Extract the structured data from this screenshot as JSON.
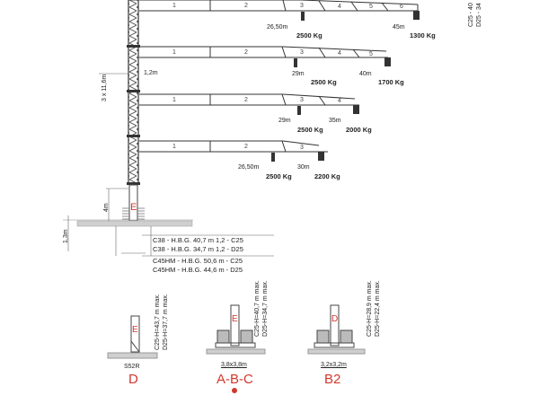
{
  "colors": {
    "line": "#3a3a3a",
    "accent_red": "#d2372d",
    "ground": "#c8c8c8",
    "background": "#ffffff"
  },
  "mast": {
    "height_label": "3 x 11,6m",
    "offset_label": "1,2m",
    "base_height_label": "4m",
    "foundation_label": "1,3m",
    "base_section_letter": "E"
  },
  "jibs": [
    {
      "segments": [
        "1",
        "2",
        "3",
        "4",
        "5",
        "6"
      ],
      "mid_radius": "26,50m",
      "mid_load": "2500 Kg",
      "tip_radius": "45m",
      "tip_load": "1300 Kg"
    },
    {
      "segments": [
        "1",
        "2",
        "3",
        "4",
        "5"
      ],
      "mid_radius": "29m",
      "mid_load": "2500 Kg",
      "tip_radius": "40m",
      "tip_load": "1700 Kg"
    },
    {
      "segments": [
        "1",
        "2",
        "3",
        "4"
      ],
      "mid_radius": "29m",
      "mid_load": "2500 Kg",
      "tip_radius": "35m",
      "tip_load": "2000 Kg"
    },
    {
      "segments": [
        "1",
        "2",
        "3"
      ],
      "mid_radius": "26,50m",
      "mid_load": "2500 Kg",
      "tip_radius": "30m",
      "tip_load": "2200 Kg"
    }
  ],
  "top_right_labels": [
    "C25 - 40",
    "D25 - 34"
  ],
  "specs": [
    "C38 - H.B.G. 40,7 m 1,2 - C25",
    "C38 - H.B.G. 34,7 m 1,2 - D25",
    "C45HM - H.B.G. 50,6 m - C25",
    "C45HM - H.B.G. 44,6 m - D25"
  ],
  "bases": [
    {
      "code": "D",
      "sub_label": "S52R",
      "section_letter": "E",
      "height_c25": "C25-H=43,7 m max.",
      "height_d25": "D25-H=37,7 m max."
    },
    {
      "code": "A-B-C",
      "sub_label": "3,8x3,8m",
      "section_letter": "E",
      "height_c25": "C25-H=40,7 m max.",
      "height_d25": "D25-H=34,7 m max.",
      "marker": "red-dot"
    },
    {
      "code": "B2",
      "sub_label": "3,2x3,2m",
      "section_letter": "D",
      "height_c25": "C25-H=28,9 m max.",
      "height_d25": "D25-H=22,4 m max."
    }
  ]
}
